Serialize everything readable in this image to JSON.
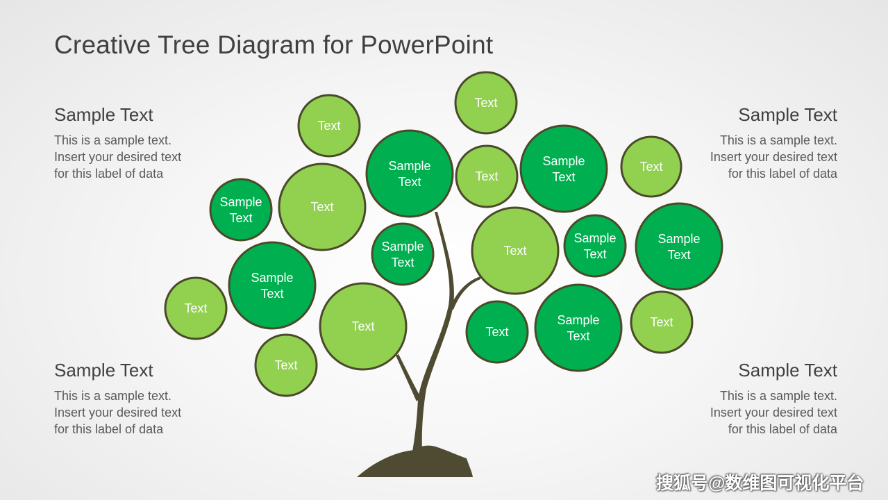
{
  "slide": {
    "title": "Creative Tree Diagram for PowerPoint",
    "watermark": "搜狐号@数维图可视化平台"
  },
  "text_blocks": [
    {
      "heading": "Sample Text",
      "body": "This is a sample text. Insert your desired text for this label of data"
    },
    {
      "heading": "Sample Text",
      "body": "This is a sample text. Insert your desired text for this label of data"
    },
    {
      "heading": "Sample Text",
      "body": "This is a sample text. Insert your desired text for this label of data"
    },
    {
      "heading": "Sample Text",
      "body": "This is a sample text. Insert your desired text for this label of data"
    }
  ],
  "colors": {
    "light_leaf": "#92d050",
    "dark_leaf": "#00b050",
    "outline": "#4a4a2a",
    "trunk": "#4f4a32"
  },
  "leaves": [
    {
      "label": "Text",
      "tone": "light"
    },
    {
      "label": "Text",
      "tone": "light"
    },
    {
      "label": "Sample Text",
      "tone": "dark"
    },
    {
      "label": "Text",
      "tone": "light"
    },
    {
      "label": "Sample Text",
      "tone": "dark"
    },
    {
      "label": "Text",
      "tone": "light"
    },
    {
      "label": "Sample Text",
      "tone": "dark"
    },
    {
      "label": "Text",
      "tone": "light"
    },
    {
      "label": "Sample Text",
      "tone": "dark"
    },
    {
      "label": "Text",
      "tone": "light"
    },
    {
      "label": "Sample Text",
      "tone": "dark"
    },
    {
      "label": "Sample Text",
      "tone": "dark"
    },
    {
      "label": "Text",
      "tone": "light"
    },
    {
      "label": "Sample Text",
      "tone": "dark"
    },
    {
      "label": "Text",
      "tone": "light"
    },
    {
      "label": "Text",
      "tone": "dark"
    },
    {
      "label": "Sample Text",
      "tone": "dark"
    },
    {
      "label": "Text",
      "tone": "light"
    },
    {
      "label": "Text",
      "tone": "light"
    }
  ]
}
